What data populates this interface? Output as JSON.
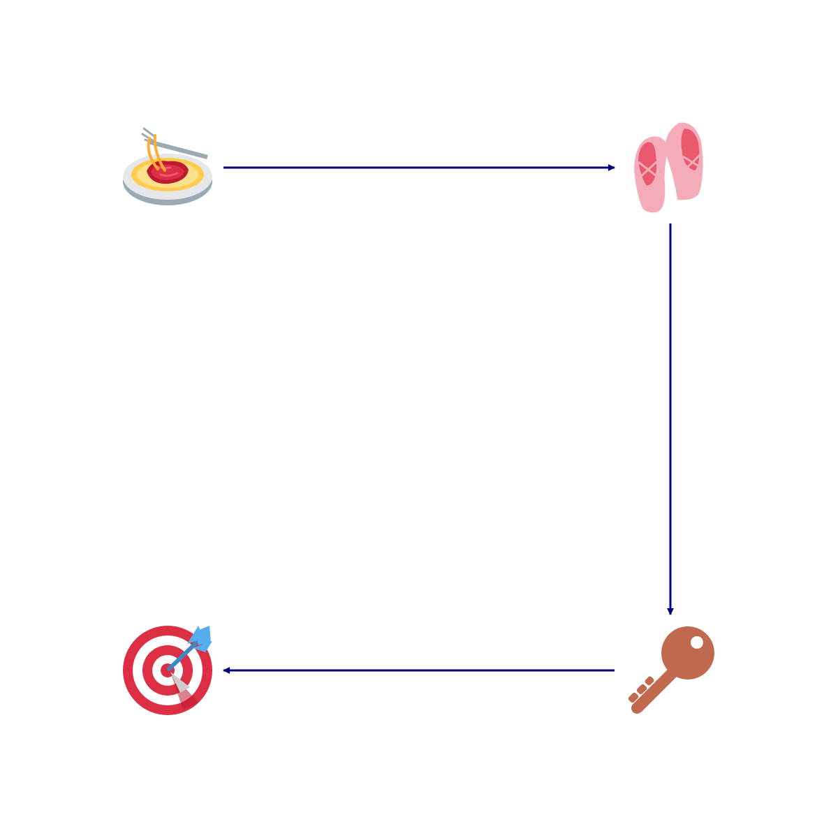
{
  "diagram": {
    "nodes": [
      {
        "id": "spaghetti",
        "icon": "spaghetti-icon"
      },
      {
        "id": "ballet-shoes",
        "icon": "ballet-shoes-icon"
      },
      {
        "id": "key",
        "icon": "key-icon"
      },
      {
        "id": "target",
        "icon": "target-dart-icon"
      }
    ],
    "edges": [
      {
        "from": "spaghetti",
        "to": "ballet-shoes"
      },
      {
        "from": "ballet-shoes",
        "to": "key"
      },
      {
        "from": "key",
        "to": "target"
      }
    ],
    "colors": {
      "arrow": "#000080",
      "background": "#ffffff"
    }
  }
}
